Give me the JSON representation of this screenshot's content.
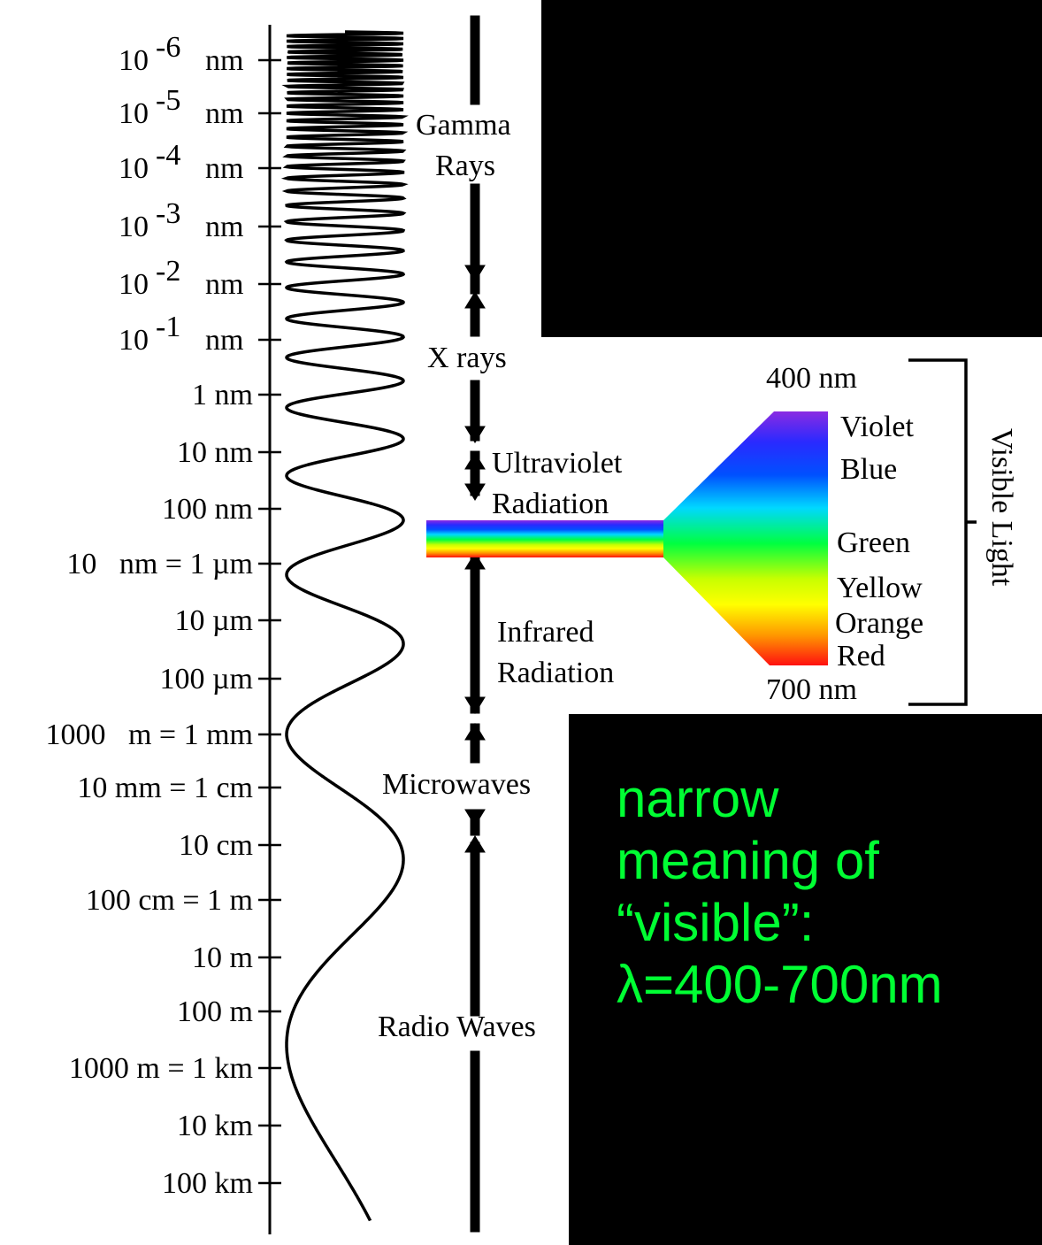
{
  "scale_labels": [
    {
      "text": "10",
      "sup": "-6",
      "unit": "nm"
    },
    {
      "text": "10",
      "sup": "-5",
      "unit": "nm"
    },
    {
      "text": "10",
      "sup": "-4",
      "unit": "nm"
    },
    {
      "text": "10",
      "sup": "-3",
      "unit": "nm"
    },
    {
      "text": "10",
      "sup": "-2",
      "unit": "nm"
    },
    {
      "text": "10",
      "sup": "-1",
      "unit": "nm"
    },
    {
      "text": "1 nm"
    },
    {
      "text": "10 nm"
    },
    {
      "text": "100 nm"
    },
    {
      "text": "10   nm = 1 µm"
    },
    {
      "text": "10 µm"
    },
    {
      "text": "100 µm"
    },
    {
      "text": "1000   m = 1 mm"
    },
    {
      "text": "10 mm = 1 cm"
    },
    {
      "text": "10 cm"
    },
    {
      "text": "100 cm = 1 m"
    },
    {
      "text": "10 m"
    },
    {
      "text": "100 m"
    },
    {
      "text": "1000 m = 1 km"
    },
    {
      "text": "10 km"
    },
    {
      "text": "100 km"
    }
  ],
  "bands": {
    "gamma": [
      "Gamma",
      "Rays"
    ],
    "xray": [
      "X rays"
    ],
    "uv": [
      "Ultraviolet",
      "Radiation"
    ],
    "ir": [
      "Infrared",
      "Radiation"
    ],
    "micro": [
      "Microwaves"
    ],
    "radio": [
      "Radio Waves"
    ]
  },
  "visible": {
    "top_label": "400 nm",
    "bottom_label": "700 nm",
    "bracket_label": "Visible Light",
    "colors": [
      "Violet",
      "Blue",
      "Green",
      "Yellow",
      "Orange",
      "Red"
    ]
  },
  "callout": {
    "lines": [
      "narrow",
      "meaning of",
      "“visible”:",
      "λ=400-700nm"
    ]
  },
  "palette": {
    "background": "#000000",
    "panel": "#ffffff",
    "callout_text": "#00ff33"
  }
}
